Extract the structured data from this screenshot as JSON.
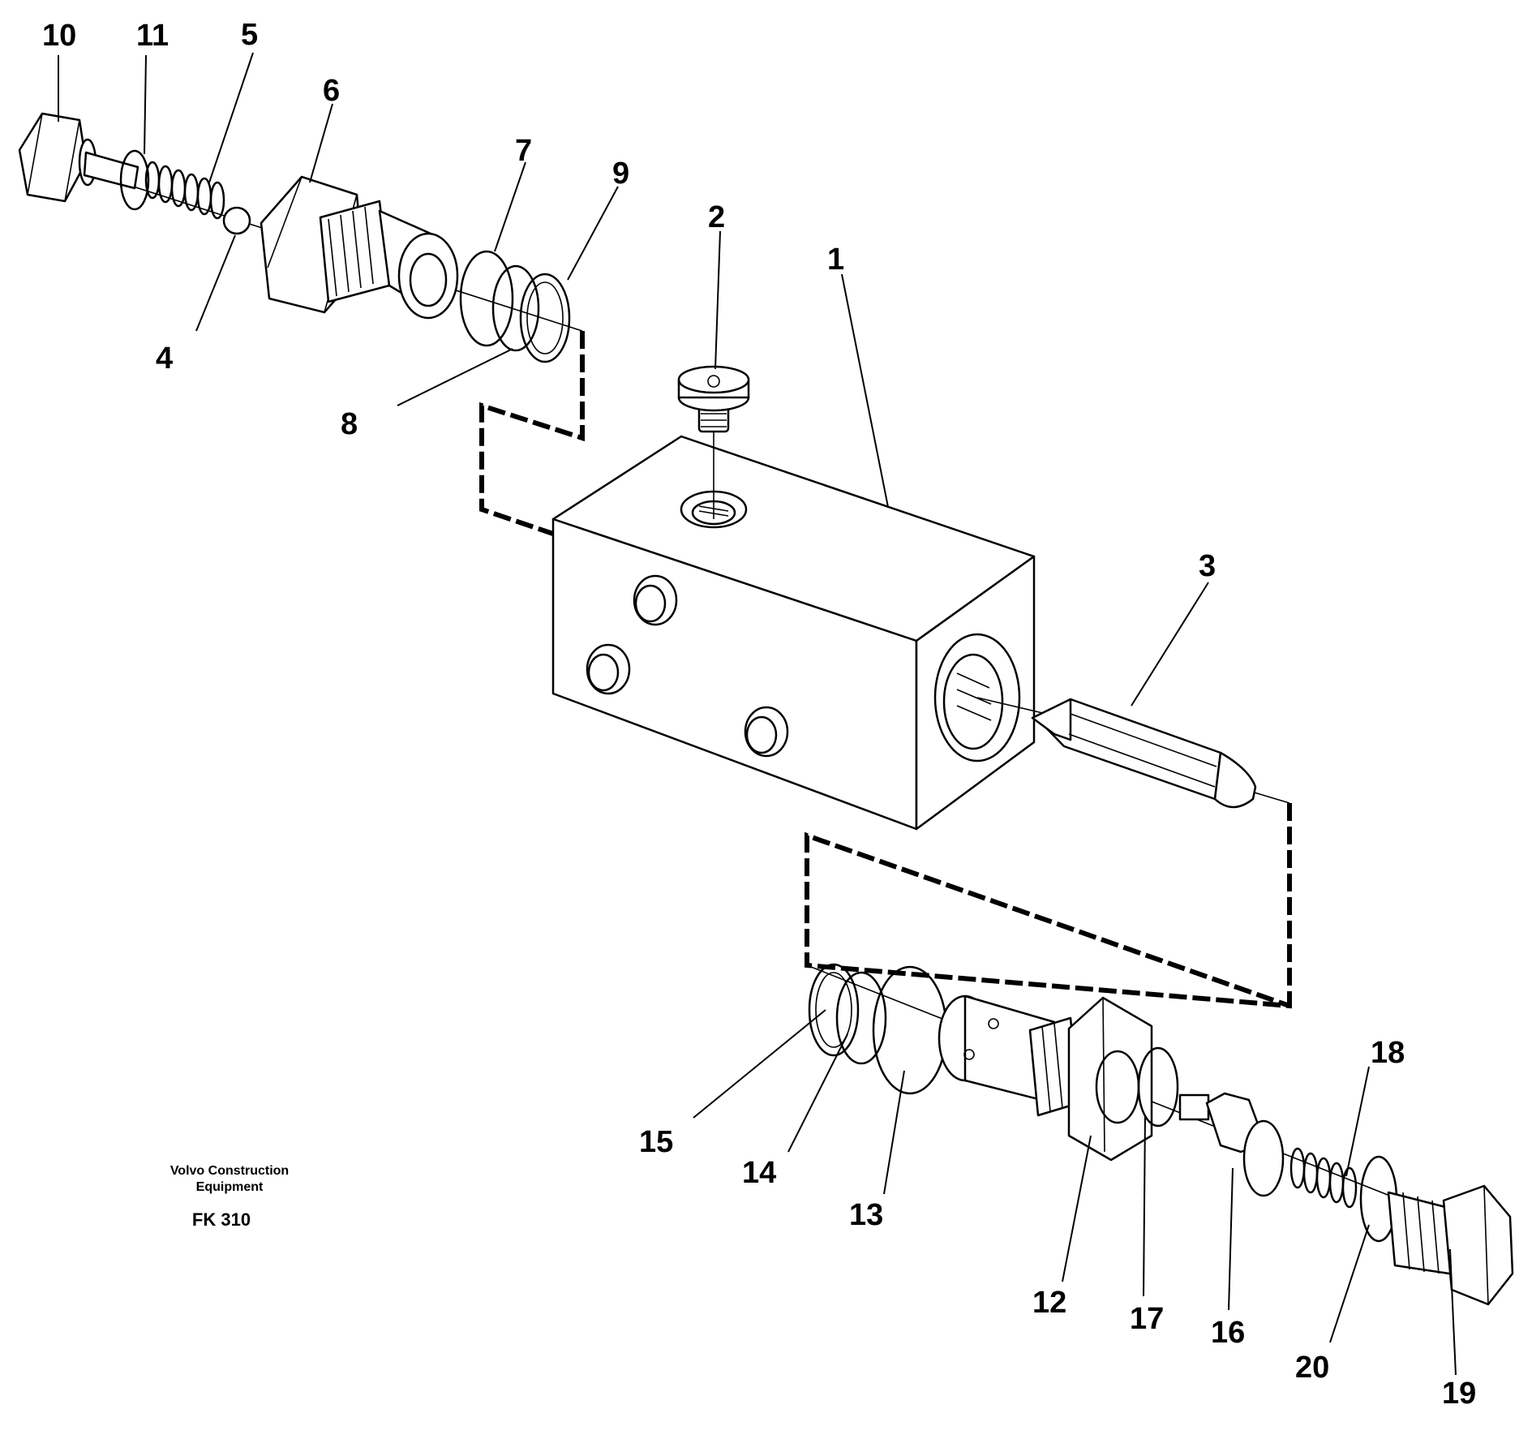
{
  "caption": {
    "company_line1": "Volvo Construction",
    "company_line2": "Equipment",
    "code": "FK 310"
  },
  "callouts": {
    "p1": "1",
    "p2": "2",
    "p3": "3",
    "p4": "4",
    "p5": "5",
    "p6": "6",
    "p7": "7",
    "p8": "8",
    "p9": "9",
    "p10": "10",
    "p11": "11",
    "p12": "12",
    "p13": "13",
    "p14": "14",
    "p15": "15",
    "p16": "16",
    "p17": "17",
    "p18": "18",
    "p19": "19",
    "p20": "20"
  }
}
